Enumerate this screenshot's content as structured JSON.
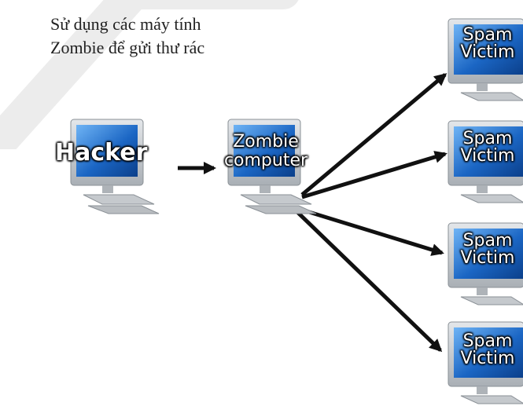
{
  "caption": {
    "line1": "Sử dụng các máy tính",
    "line2": "Zombie để gửi thư rác"
  },
  "nodes": {
    "hacker": {
      "label": "Hacker"
    },
    "zombie": {
      "line1": "Zombie",
      "line2": "computer"
    },
    "victims": [
      {
        "line1": "Spam",
        "line2": "Victim"
      },
      {
        "line1": "Spam",
        "line2": "Victim"
      },
      {
        "line1": "Spam",
        "line2": "Victim"
      },
      {
        "line1": "Spam",
        "line2": "Victim"
      }
    ]
  },
  "colors": {
    "screen": "#1b66c4",
    "screen_light": "#5fa6f0",
    "bezel": "#c9ced3",
    "arrow": "#111111",
    "watermark": "#e6e6e6"
  }
}
